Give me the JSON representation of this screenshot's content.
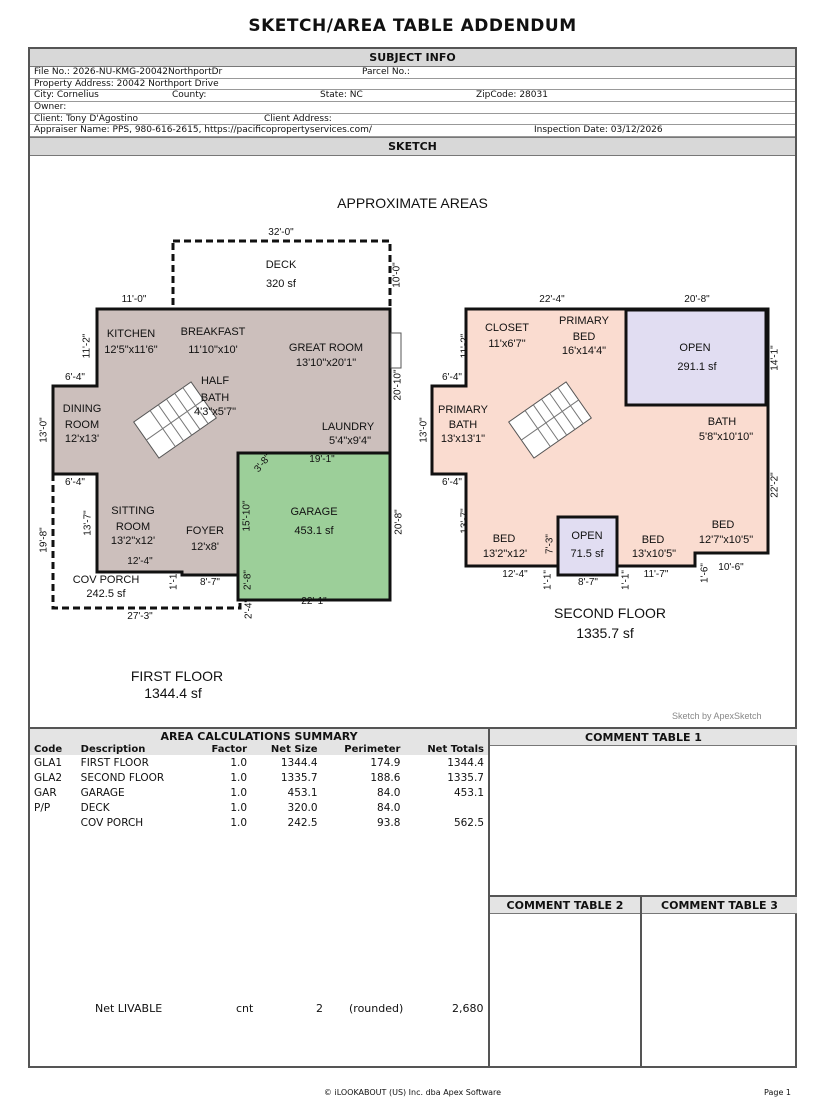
{
  "title": "SKETCH/AREA TABLE ADDENDUM",
  "subject": {
    "header": "SUBJECT INFO",
    "file_no": "File No.: 2026-NU-KMG-20042NorthportDr",
    "parcel_no": "Parcel No.:",
    "address": "Property Address: 20042 Northport Drive",
    "city": "City: Cornelius",
    "county": "County:",
    "state": "State: NC",
    "zip": "ZipCode: 28031",
    "owner": "Owner:",
    "client": "Client: Tony D'Agostino",
    "client_address": "Client Address:",
    "appraiser": "Appraiser Name: PPS, 980-616-2615, https://pacificopropertyservices.com/",
    "inspection": "Inspection Date: 03/12/2026"
  },
  "sketch": {
    "header": "SKETCH",
    "heading": "APPROXIMATE AREAS",
    "credit": "Sketch by ApexSketch",
    "first_floor": {
      "name": "FIRST FLOOR",
      "area": "1344.4 sf",
      "rooms": [
        "DECK",
        "320 sf",
        "KITCHEN",
        "12'5\"x11'6\"",
        "BREAKFAST",
        "11'10\"x10'",
        "GREAT ROOM",
        "13'10\"x20'1\"",
        "HALF",
        "BATH",
        "4'3\"x5'7\"",
        "DINING",
        "ROOM",
        "12'x13'",
        "LAUNDRY",
        "5'4\"x9'4\"",
        "GARAGE",
        "453.1 sf",
        "SITTING",
        "ROOM",
        "13'2\"x12'",
        "FOYER",
        "12'x8'",
        "COV PORCH",
        "242.5 sf"
      ],
      "dims": [
        "32'-0\"",
        "10'-0\"",
        "11'-0\"",
        "11'-2\"",
        "6'-4\"",
        "13'-0\"",
        "6'-4\"",
        "13'-7\"",
        "19'-8\"",
        "12'-4\"",
        "1'-1\"",
        "8'-7\"",
        "27'-3\"",
        "2'-4\"",
        "2'-8\"",
        "22'-1\"",
        "20'-8\"",
        "15'-10\"",
        "3'-8\"",
        "19'-1\"",
        "20'-10\""
      ]
    },
    "second_floor": {
      "name": "SECOND FLOOR",
      "area": "1335.7 sf",
      "rooms": [
        "CLOSET",
        "11'x6'7\"",
        "PRIMARY",
        "BED",
        "16'x14'4\"",
        "OPEN",
        "291.1 sf",
        "PRIMARY",
        "BATH",
        "13'x13'1\"",
        "BATH",
        "5'8\"x10'10\"",
        "BED",
        "13'2\"x12'",
        "OPEN",
        "71.5 sf",
        "BED",
        "13'x10'5\"",
        "BED",
        "12'7\"x10'5\""
      ],
      "dims": [
        "22'-4\"",
        "20'-8\"",
        "11'-2\"",
        "14'-1\"",
        "6'-4\"",
        "13'-0\"",
        "6'-4\"",
        "13'-7\"",
        "22'-2\"",
        "7'-3\"",
        "12'-4\"",
        "1'-1\"",
        "8'-7\"",
        "1'-1\"",
        "11'-7\"",
        "1'-6\"",
        "10'-6\""
      ]
    }
  },
  "area_summary": {
    "header": "AREA CALCULATIONS SUMMARY",
    "columns": [
      "Code",
      "Description",
      "Factor",
      "Net Size",
      "Perimeter",
      "Net Totals"
    ],
    "rows": [
      [
        "GLA1",
        "FIRST FLOOR",
        "1.0",
        "1344.4",
        "174.9",
        "1344.4"
      ],
      [
        "GLA2",
        "SECOND FLOOR",
        "1.0",
        "1335.7",
        "188.6",
        "1335.7"
      ],
      [
        "GAR",
        "GARAGE",
        "1.0",
        "453.1",
        "84.0",
        "453.1"
      ],
      [
        "P/P",
        "DECK",
        "1.0",
        "320.0",
        "84.0",
        ""
      ],
      [
        "",
        "COV PORCH",
        "1.0",
        "242.5",
        "93.8",
        "562.5"
      ]
    ],
    "net_livable": {
      "label": "Net LIVABLE",
      "cnt_label": "cnt",
      "cnt": "2",
      "rounded": "(rounded)",
      "total": "2,680"
    }
  },
  "comments": {
    "t1": "COMMENT TABLE 1",
    "t2": "COMMENT TABLE 2",
    "t3": "COMMENT TABLE 3"
  },
  "footer": {
    "copyright": "© iLOOKABOUT (US) Inc. dba Apex Software",
    "page": "Page 1"
  },
  "colors": {
    "first_floor": "#ccbfbc",
    "garage": "#9ccf99",
    "second_floor": "#fadcd0",
    "open": "#e1ddf2"
  }
}
